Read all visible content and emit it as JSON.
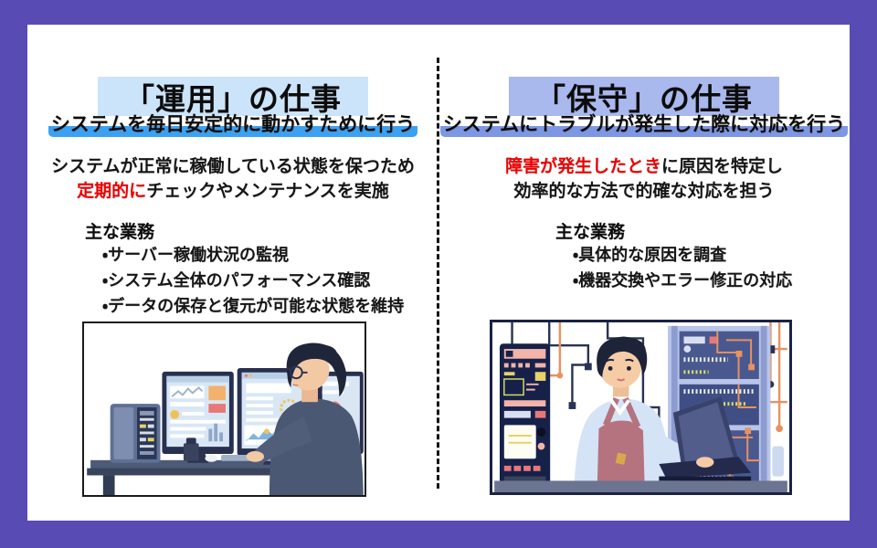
{
  "page": {
    "type": "comparison-infographic",
    "language": "ja",
    "frame_color": "#584bb4",
    "divider_style": "vertical-dashed-black"
  },
  "left": {
    "title": "「運用」の仕事",
    "title_bg": "#cbe4f9",
    "subtitle": "システムを毎日安定的に動かすために行う",
    "subtitle_marker_color": "#3ba1f2",
    "description": {
      "line1": "システムが正常に稼働している状態を保つため",
      "line2_highlight": "定期的に",
      "line2_rest": "チェックやメンテナンスを実施",
      "highlight_color": "#ee0000"
    },
    "tasks_heading": "主な業務",
    "tasks": [
      "・サーバー稼働状況の監視",
      "・システム全体のパフォーマンス確認",
      "・データの保存と復元が可能な状態を維持"
    ],
    "illustration": "engineer-monitoring-three-dashboard-screens-at-desk"
  },
  "right": {
    "title": "「保守」の仕事",
    "title_bg": "#a9b8ed",
    "subtitle": "システムにトラブルが発生した際に対応を行う",
    "subtitle_marker_color": "#7d97e4",
    "description": {
      "line1_highlight": "障害が発生したとき",
      "line1_rest": "に原因を特定し",
      "line2": "効率的な方法で的確な対応を担う",
      "highlight_color": "#ee0000"
    },
    "tasks_heading": "主な業務",
    "tasks": [
      "・具体的な原因を調査",
      "・機器交換やエラー修正の対応"
    ],
    "illustration": "engineer-with-apron-repairing-server-rack-with-laptop"
  }
}
